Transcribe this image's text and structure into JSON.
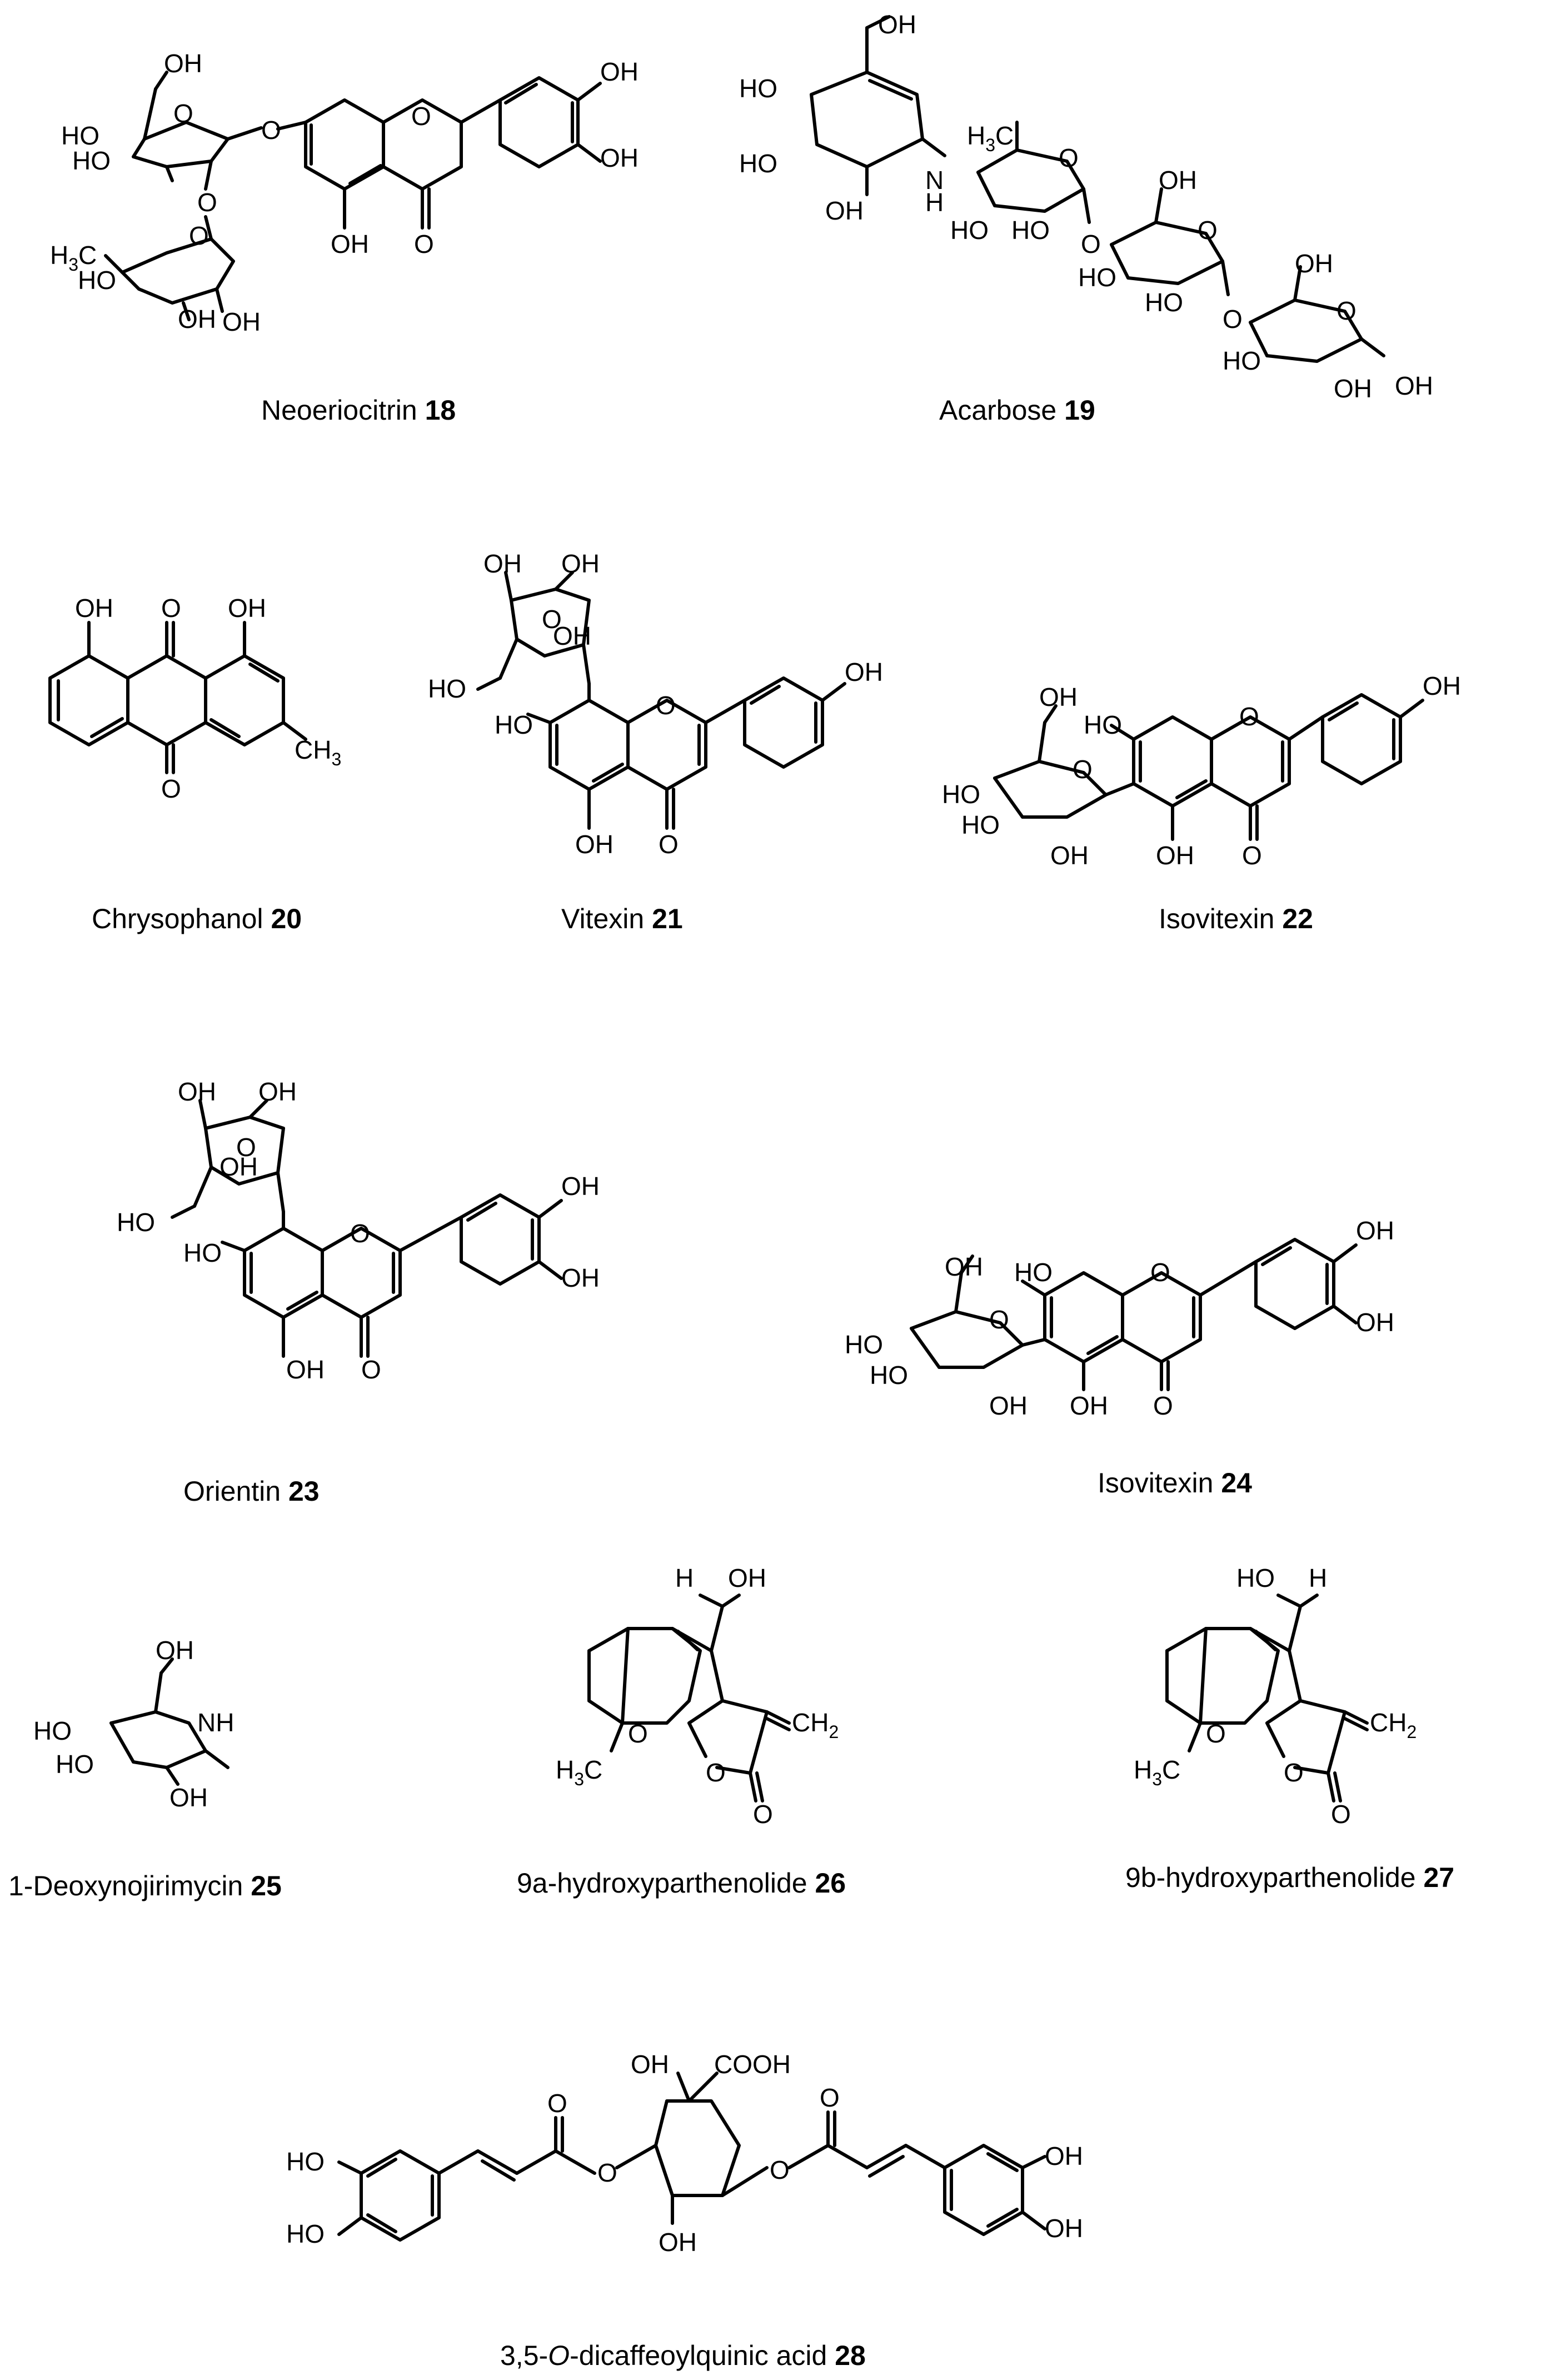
{
  "figure": {
    "compounds": [
      {
        "id": "c18",
        "name": "Neoeriocitrin",
        "number": "18"
      },
      {
        "id": "c19",
        "name": "Acarbose",
        "number": "19"
      },
      {
        "id": "c20",
        "name": "Chrysophanol",
        "number": "20"
      },
      {
        "id": "c21",
        "name": "Vitexin",
        "number": "21"
      },
      {
        "id": "c22",
        "name": "Isovitexin",
        "number": "22"
      },
      {
        "id": "c23",
        "name": "Orientin",
        "number": "23"
      },
      {
        "id": "c24",
        "name": "Isovitexin",
        "number": "24"
      },
      {
        "id": "c25",
        "name": "1-Deoxynojirimycin",
        "number": "25"
      },
      {
        "id": "c26",
        "name": "9a-hydroxyparthenolide",
        "number": "26"
      },
      {
        "id": "c27",
        "name": "9b-hydroxyparthenolide",
        "number": "27"
      },
      {
        "id": "c28",
        "name_prefix": "3,5-",
        "name_italic": "O",
        "name_suffix": "-dicaffeoylquinic acid",
        "number": "28"
      }
    ],
    "atom_labels": {
      "OH": "OH",
      "HO": "HO",
      "O": "O",
      "H": "H",
      "N": "N",
      "NH": "NH",
      "CH3": "CH",
      "H3C": "H",
      "sub3": "3",
      "CH2": "CH",
      "sub2": "2",
      "COOH": "COOH"
    },
    "colors": {
      "ink": "#000000",
      "background": "#ffffff"
    }
  }
}
